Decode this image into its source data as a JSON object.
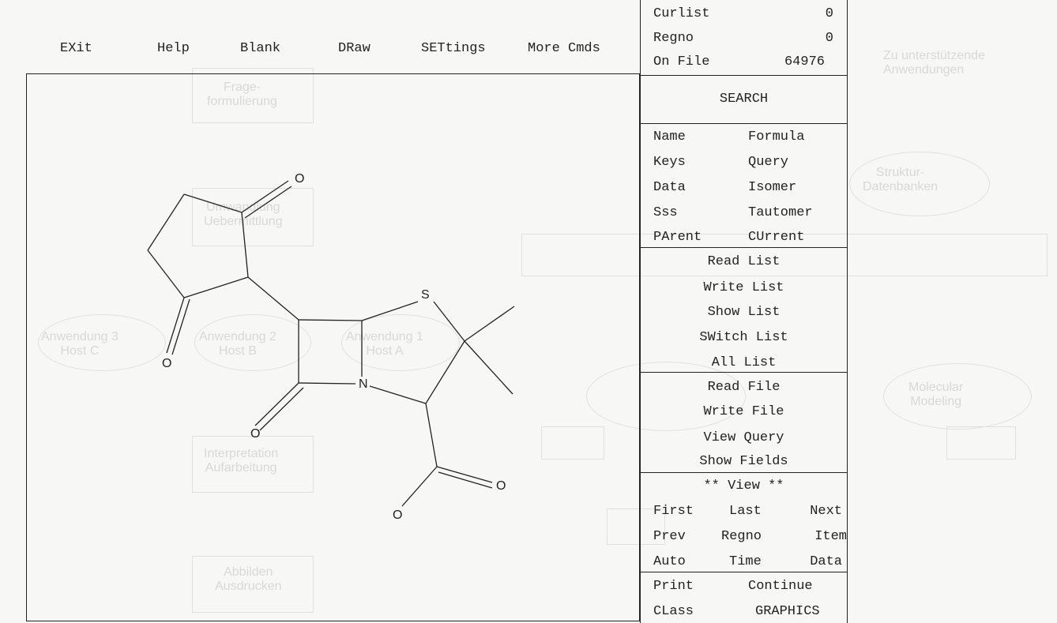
{
  "menubar": {
    "items": [
      "EXit",
      "Help",
      "Blank",
      "DRaw",
      "SETtings",
      "More Cmds"
    ]
  },
  "status": {
    "curlist_label": "Curlist",
    "curlist_value": "0",
    "regno_label": "Regno",
    "regno_value": "0",
    "onfile_label": "On File",
    "onfile_value": "64976"
  },
  "panel": {
    "search_header": "SEARCH",
    "search_grid": [
      [
        "Name",
        "Formula"
      ],
      [
        "Keys",
        "Query"
      ],
      [
        "Data",
        "Isomer"
      ],
      [
        "Sss",
        "Tautomer"
      ],
      [
        "PArent",
        "CUrrent"
      ]
    ],
    "list_cmds": [
      "Read List",
      "Write List",
      "Show List",
      "SWitch List",
      "All List"
    ],
    "file_cmds": [
      "Read File",
      "Write File",
      "View Query",
      "Show Fields"
    ],
    "view_header": "** View **",
    "view_grid": [
      [
        "First",
        "Last",
        "Next"
      ],
      [
        "Prev",
        "Regno",
        "Item"
      ],
      [
        "Auto",
        "Time",
        "Data"
      ]
    ],
    "bottom_grid": [
      [
        "Print",
        "Continue"
      ],
      [
        "CLass",
        "GRAPHICS"
      ]
    ]
  },
  "structure": {
    "atoms": {
      "o1": "O",
      "o2": "O",
      "o3": "O",
      "o4": "O",
      "o5": "O",
      "s": "S",
      "n": "N"
    }
  },
  "ghost": {
    "title": "Zu unterstützende Anwendungen",
    "labels": [
      "Frage-\nformulierung",
      "Umwandlung\nUebermittlung",
      "Anwendung 3\nHost C",
      "Anwendung 2\nHost B",
      "Anwendung 1\nHost A",
      "Interpretation\nAufarbeitung",
      "Abbilden\nAusdrucken",
      "Struktur-\nDatenbanken",
      "Molecular\nModeling"
    ]
  }
}
